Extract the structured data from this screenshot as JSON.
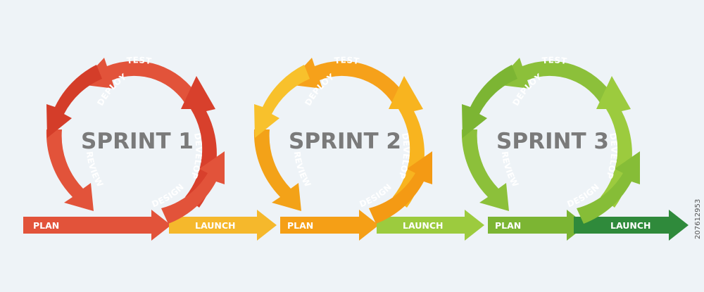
{
  "diagram": {
    "sprints": [
      {
        "title": "SPRINT 1",
        "steps": [
          "TEST",
          "DEVELOP",
          "DESIGN",
          "REVIEW",
          "DEPLOY"
        ],
        "plan": "PLAN",
        "launch": "LAUNCH",
        "colors": {
          "test": "#e2533a",
          "develop": "#d8402c",
          "design": "#e2533a",
          "review": "#e2533a",
          "deploy": "#d43d29",
          "plan_bar": "#e2533a",
          "launch_bar": "#f5b82c"
        }
      },
      {
        "title": "SPRINT 2",
        "steps": [
          "TEST",
          "DEVELOP",
          "DESIGN",
          "REVIEW",
          "DEPLOY"
        ],
        "plan": "PLAN",
        "launch": "LAUNCH",
        "colors": {
          "test": "#f6a11a",
          "develop": "#f8b41f",
          "design": "#f49a14",
          "review": "#f3a218",
          "deploy": "#f8c12c",
          "plan_bar": "#f59f16",
          "launch_bar": "#9ccb3e"
        }
      },
      {
        "title": "SPRINT 3",
        "steps": [
          "TEST",
          "DEVELOP",
          "DESIGN",
          "REVIEW",
          "DEPLOY"
        ],
        "plan": "PLAN",
        "launch": "LAUNCH",
        "colors": {
          "test": "#8cc03a",
          "develop": "#9ccb3e",
          "design": "#86bd37",
          "review": "#8cc03a",
          "deploy": "#7cb533",
          "plan_bar": "#7cb533",
          "launch_bar": "#2f8a3b"
        }
      }
    ],
    "stock_id": "207612953"
  }
}
